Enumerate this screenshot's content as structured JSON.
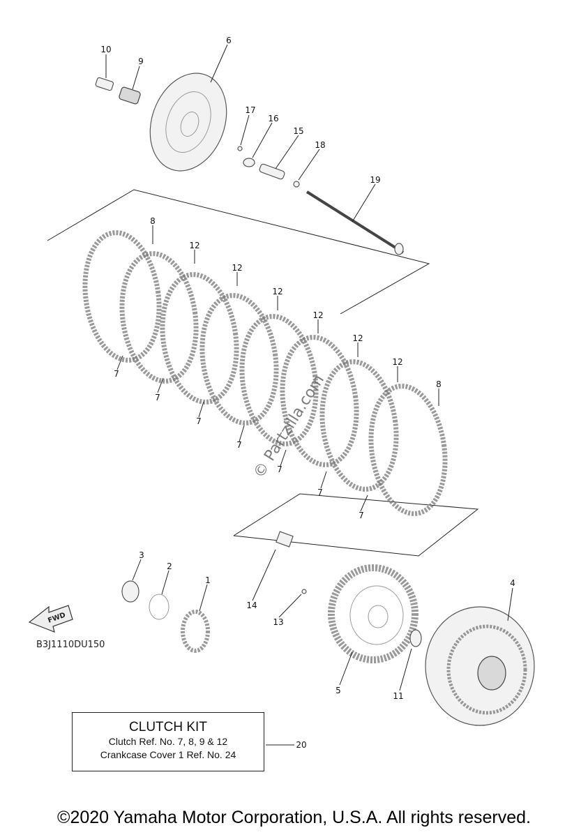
{
  "diagram": {
    "drawing_code": "B3J1110DU150",
    "watermark": "© Partzilla.com",
    "fwd_label": "FWD",
    "callouts": [
      "1",
      "2",
      "3",
      "4",
      "5",
      "6",
      "7",
      "8",
      "9",
      "10",
      "11",
      "12",
      "13",
      "14",
      "15",
      "16",
      "17",
      "18",
      "19",
      "20"
    ]
  },
  "kit": {
    "title": "CLUTCH KIT",
    "line1": "Clutch Ref. No. 7, 8, 9 & 12",
    "line2": "Crankcase Cover 1 Ref. No. 24"
  },
  "footer": {
    "copyright": "©2020 Yamaha Motor Corporation, U.S.A. All rights reserved."
  }
}
